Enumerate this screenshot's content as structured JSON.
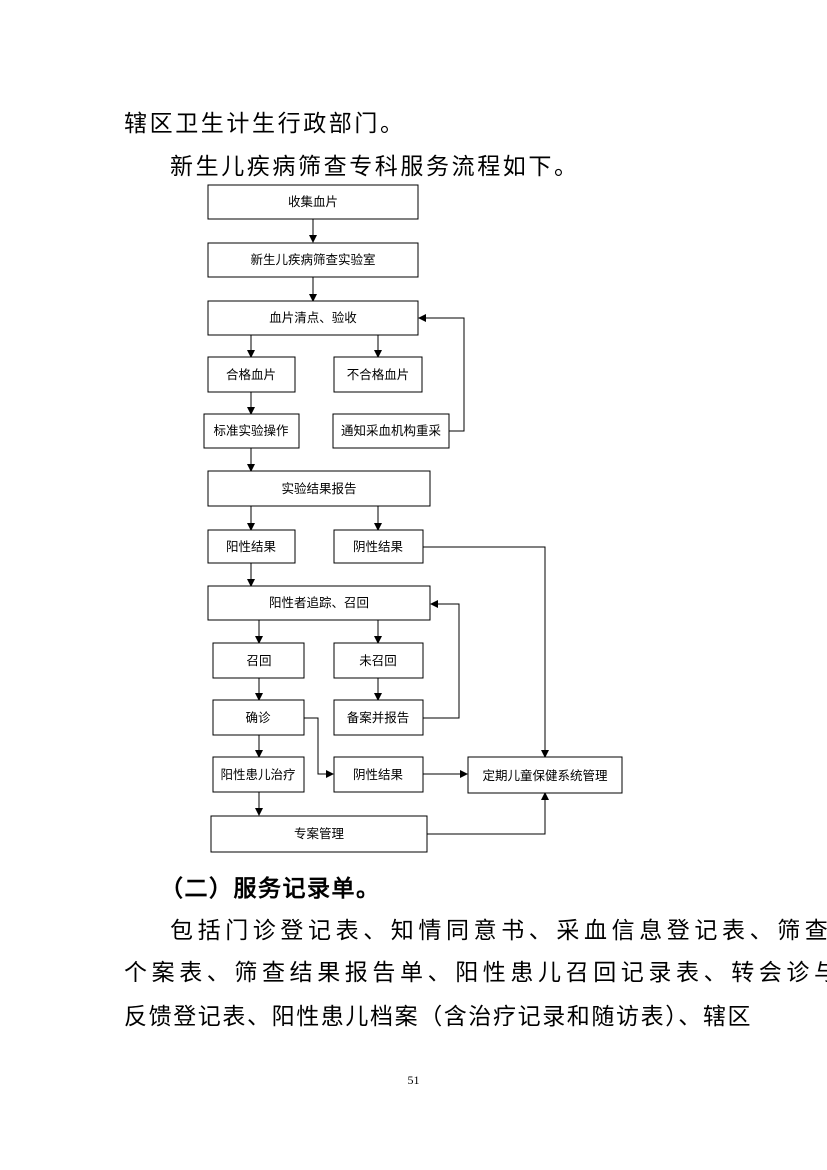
{
  "intro": {
    "line1": "辖区卫生计生行政部门。",
    "line2": "新生儿疾病筛查专科服务流程如下。"
  },
  "flowchart": {
    "collect": "收集血片",
    "lab": "新生儿疾病筛查实验室",
    "check": "血片清点、验收",
    "qualified": "合格血片",
    "unqualified": "不合格血片",
    "standard_op": "标准实验操作",
    "notify_recollect": "通知采血机构重采",
    "result_report": "实验结果报告",
    "positive_result": "阳性结果",
    "negative_result": "阴性结果",
    "track_recall": "阳性者追踪、召回",
    "recalled": "召回",
    "not_recalled": "未召回",
    "diagnose": "确诊",
    "file_report": "备案并报告",
    "positive_treatment": "阳性患儿治疗",
    "negative_result_2": "阴性结果",
    "child_care": "定期儿童保健系统管理",
    "case_management": "专案管理"
  },
  "section": {
    "heading": "（二）服务记录单。",
    "lines": [
      "包括门诊登记表、知情同意书、采血信息登记表、筛查",
      "个案表、筛查结果报告单、阳性患儿召回记录表、转会诊与",
      "反馈登记表、阳性患儿档案（含治疗记录和随访表）、辖区"
    ]
  },
  "page_number": "51"
}
